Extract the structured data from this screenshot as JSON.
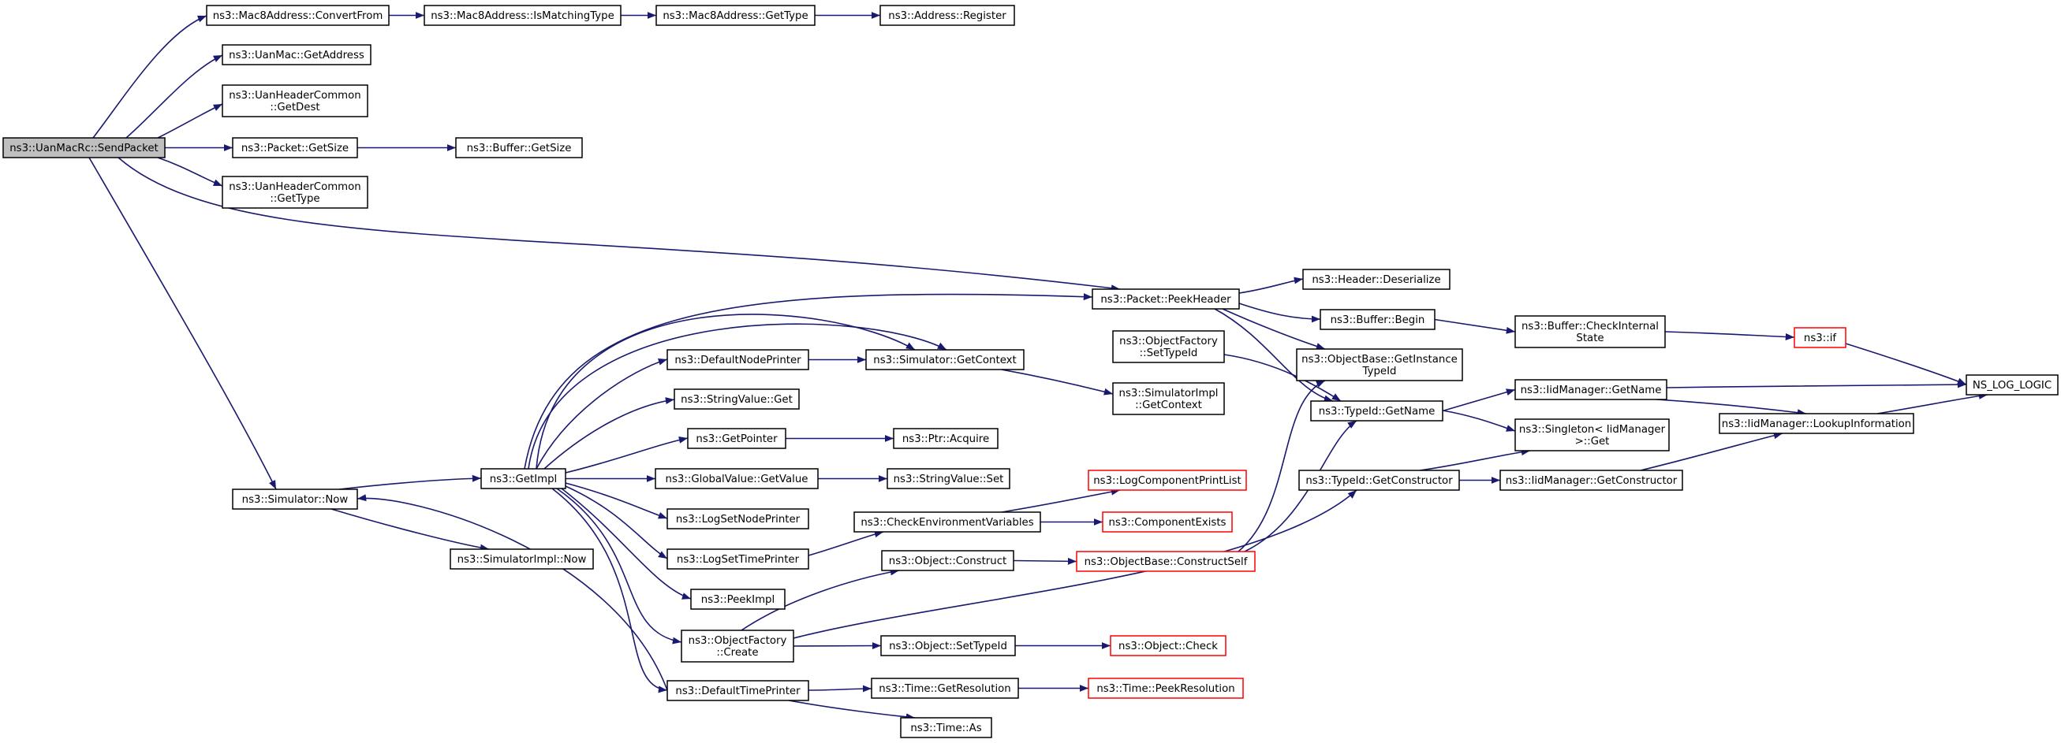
{
  "colors": {
    "edge": "#191970",
    "border": "#000000",
    "truncated_border": "#ff0000",
    "root_fill": "#bfbfbf",
    "background": "#ffffff"
  },
  "nodes": {
    "sendpacket": [
      "ns3::UanMacRc::SendPacket"
    ],
    "convertfrom": [
      "ns3::Mac8Address::ConvertFrom"
    ],
    "ismatchingtype": [
      "ns3::Mac8Address::IsMatchingType"
    ],
    "mac8gettype": [
      "ns3::Mac8Address::GetType"
    ],
    "addrregister": [
      "ns3::Address::Register"
    ],
    "uanmacgetaddress": [
      "ns3::UanMac::GetAddress"
    ],
    "hdrgetdest": [
      "ns3::UanHeaderCommon",
      "::GetDest"
    ],
    "packetgetsize": [
      "ns3::Packet::GetSize"
    ],
    "buffergetsize": [
      "ns3::Buffer::GetSize"
    ],
    "hdrgettype": [
      "ns3::UanHeaderCommon",
      "::GetType"
    ],
    "peekheader": [
      "ns3::Packet::PeekHeader"
    ],
    "deserialize": [
      "ns3::Header::Deserialize"
    ],
    "bufferbegin": [
      "ns3::Buffer::Begin"
    ],
    "checkinternal": [
      "ns3::Buffer::CheckInternal",
      "State"
    ],
    "nsif": [
      "ns3::if"
    ],
    "nslog": [
      "NS_LOG_LOGIC"
    ],
    "getinstancetypeid": [
      "ns3::ObjectBase::GetInstance",
      "TypeId"
    ],
    "typeidgetname": [
      "ns3::TypeId::GetName"
    ],
    "iidgetname": [
      "ns3::IidManager::GetName"
    ],
    "lookupinfo": [
      "ns3::IidManager::LookupInformation"
    ],
    "singletonget": [
      "ns3::Singleton< IidManager",
      ">::Get"
    ],
    "typeidgetctor": [
      "ns3::TypeId::GetConstructor"
    ],
    "iidgetctor": [
      "ns3::IidManager::GetConstructor"
    ],
    "ofsettypeid": [
      "ns3::ObjectFactory",
      "::SetTypeId"
    ],
    "simimplgetcontext": [
      "ns3::SimulatorImpl",
      "::GetContext"
    ],
    "simgetcontext": [
      "ns3::Simulator::GetContext"
    ],
    "defaultnodeprinter": [
      "ns3::DefaultNodePrinter"
    ],
    "stringvalueget": [
      "ns3::StringValue::Get"
    ],
    "getpointer": [
      "ns3::GetPointer"
    ],
    "ptracquire": [
      "ns3::Ptr::Acquire"
    ],
    "globalvaluegetvalue": [
      "ns3::GlobalValue::GetValue"
    ],
    "stringvalueset": [
      "ns3::StringValue::Set"
    ],
    "getimpl": [
      "ns3::GetImpl"
    ],
    "simulatornow": [
      "ns3::Simulator::Now"
    ],
    "simimplnow": [
      "ns3::SimulatorImpl::Now"
    ],
    "logsetnodeprinter": [
      "ns3::LogSetNodePrinter"
    ],
    "logcomponentprintlist": [
      "ns3::LogComponentPrintList"
    ],
    "checkenv": [
      "ns3::CheckEnvironmentVariables"
    ],
    "componentexists": [
      "ns3::ComponentExists"
    ],
    "logsettimeprinter": [
      "ns3::LogSetTimePrinter"
    ],
    "objectconstruct": [
      "ns3::Object::Construct"
    ],
    "constructself": [
      "ns3::ObjectBase::ConstructSelf"
    ],
    "peekimpl": [
      "ns3::PeekImpl"
    ],
    "ofcreate": [
      "ns3::ObjectFactory",
      "::Create"
    ],
    "objectsettypeid": [
      "ns3::Object::SetTypeId"
    ],
    "objectcheck": [
      "ns3::Object::Check"
    ],
    "defaulttimeprinter": [
      "ns3::DefaultTimePrinter"
    ],
    "timegetresolution": [
      "ns3::Time::GetResolution"
    ],
    "timepeekresolution": [
      "ns3::Time::PeekResolution"
    ],
    "timeas": [
      "ns3::Time::As"
    ]
  }
}
